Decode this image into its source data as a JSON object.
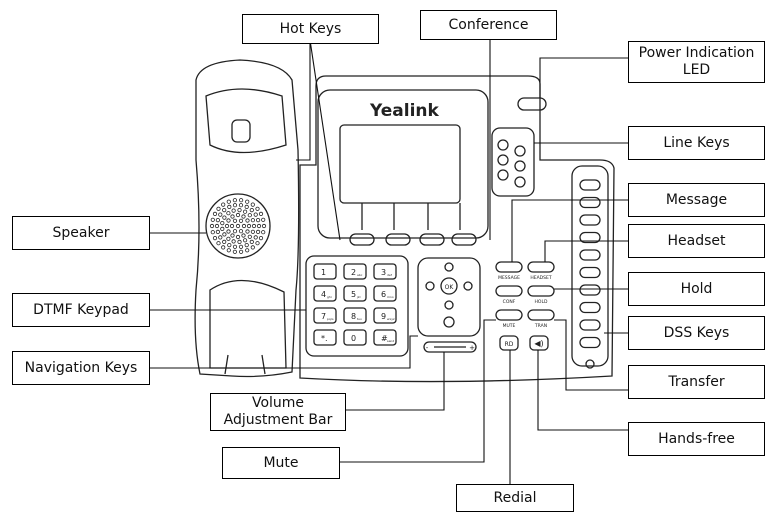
{
  "brand": "Yealink",
  "callouts": {
    "hot_keys": "Hot Keys",
    "conference": "Conference",
    "power_led": "Power Indication\nLED",
    "line_keys": "Line Keys",
    "speaker": "Speaker",
    "message": "Message",
    "headset": "Headset",
    "dtmf_keypad": "DTMF Keypad",
    "hold": "Hold",
    "dss_keys": "DSS Keys",
    "navigation_keys": "Navigation Keys",
    "transfer": "Transfer",
    "volume_bar": "Volume\nAdjustment Bar",
    "hands_free": "Hands-free",
    "mute": "Mute",
    "redial": "Redial"
  },
  "keypad": [
    {
      "digit": "1",
      "sub": ""
    },
    {
      "digit": "2",
      "sub": "abc"
    },
    {
      "digit": "3",
      "sub": "def"
    },
    {
      "digit": "4",
      "sub": "ghi"
    },
    {
      "digit": "5",
      "sub": "jkl"
    },
    {
      "digit": "6",
      "sub": "mno"
    },
    {
      "digit": "7",
      "sub": "pqrs"
    },
    {
      "digit": "8",
      "sub": "tuv"
    },
    {
      "digit": "9",
      "sub": "wxyz"
    },
    {
      "digit": "*.",
      "sub": ""
    },
    {
      "digit": "0",
      "sub": ""
    },
    {
      "digit": "#",
      "sub": "send"
    }
  ],
  "function_keys": {
    "message": "MESSAGE",
    "headset": "HEADSET",
    "conf": "CONF",
    "hold": "HOLD",
    "mute": "MUTE",
    "tran": "TRAN",
    "rd": "RD",
    "ok": "OK",
    "vol_minus": "-",
    "vol_plus": "+"
  }
}
